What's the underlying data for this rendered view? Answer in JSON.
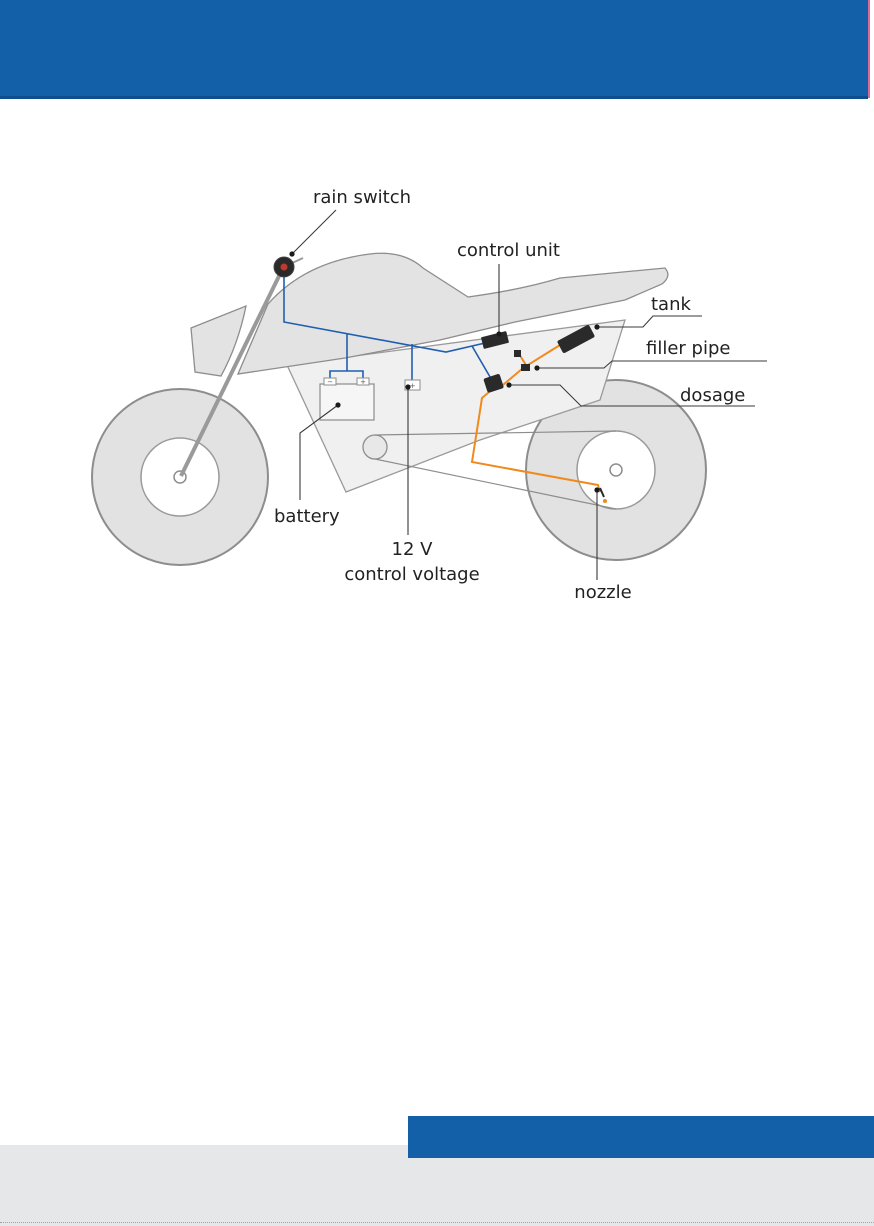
{
  "diagram": {
    "labels": {
      "rain_switch": "rain switch",
      "control_unit": "control unit",
      "tank": "tank",
      "filler_pipe": "filler pipe",
      "dosage": "dosage",
      "battery": "battery",
      "control_voltage_line1": "12 V",
      "control_voltage_line2": "control voltage",
      "nozzle": "nozzle"
    },
    "battery_terminals": {
      "negative": "−",
      "positive": "+"
    },
    "fuse_symbol": "+"
  },
  "colors": {
    "header": "#1360a8",
    "electric_wire": "#1f5fb0",
    "oil_line": "#f08a1c",
    "body_fill": "#e6e6e6",
    "outline": "#8d8d8d",
    "footer_gray": "#e6e7e9"
  }
}
